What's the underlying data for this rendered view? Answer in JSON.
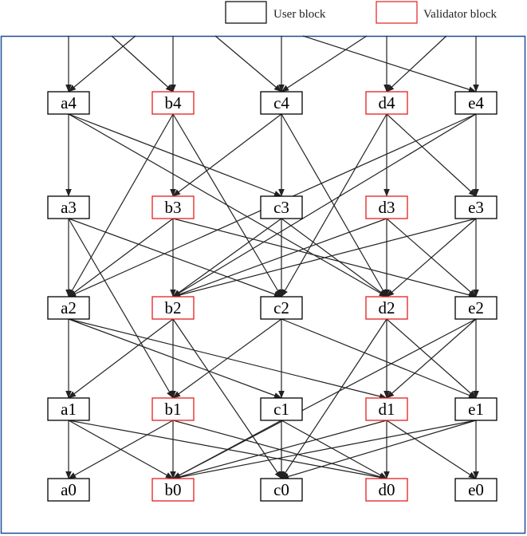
{
  "legend": {
    "user_label": "User block",
    "validator_label": "Validator block"
  },
  "colors": {
    "user_border": "#000000",
    "validator_border": "#e0201e",
    "frame": "#1f4e96",
    "edge": "#222222"
  },
  "nodes": [
    {
      "id": "a0",
      "label": "a0",
      "type": "user"
    },
    {
      "id": "b0",
      "label": "b0",
      "type": "validator"
    },
    {
      "id": "c0",
      "label": "c0",
      "type": "user"
    },
    {
      "id": "d0",
      "label": "d0",
      "type": "validator"
    },
    {
      "id": "e0",
      "label": "e0",
      "type": "user"
    },
    {
      "id": "a1",
      "label": "a1",
      "type": "user"
    },
    {
      "id": "b1",
      "label": "b1",
      "type": "validator"
    },
    {
      "id": "c1",
      "label": "c1",
      "type": "user"
    },
    {
      "id": "d1",
      "label": "d1",
      "type": "validator"
    },
    {
      "id": "e1",
      "label": "e1",
      "type": "user"
    },
    {
      "id": "a2",
      "label": "a2",
      "type": "user"
    },
    {
      "id": "b2",
      "label": "b2",
      "type": "validator"
    },
    {
      "id": "c2",
      "label": "c2",
      "type": "user"
    },
    {
      "id": "d2",
      "label": "d2",
      "type": "validator"
    },
    {
      "id": "e2",
      "label": "e2",
      "type": "user"
    },
    {
      "id": "a3",
      "label": "a3",
      "type": "user"
    },
    {
      "id": "b3",
      "label": "b3",
      "type": "validator"
    },
    {
      "id": "c3",
      "label": "c3",
      "type": "user"
    },
    {
      "id": "d3",
      "label": "d3",
      "type": "validator"
    },
    {
      "id": "e3",
      "label": "e3",
      "type": "user"
    },
    {
      "id": "a4",
      "label": "a4",
      "type": "user"
    },
    {
      "id": "b4",
      "label": "b4",
      "type": "validator"
    },
    {
      "id": "c4",
      "label": "c4",
      "type": "user"
    },
    {
      "id": "d4",
      "label": "d4",
      "type": "validator"
    },
    {
      "id": "e4",
      "label": "e4",
      "type": "user"
    }
  ],
  "edges": [
    [
      "a4",
      "a3"
    ],
    [
      "a4",
      "c3"
    ],
    [
      "a4",
      "d2"
    ],
    [
      "b4",
      "b3"
    ],
    [
      "b4",
      "a2"
    ],
    [
      "b4",
      "c2"
    ],
    [
      "c4",
      "c3"
    ],
    [
      "c4",
      "b3"
    ],
    [
      "c4",
      "d2"
    ],
    [
      "d4",
      "d3"
    ],
    [
      "d4",
      "e3"
    ],
    [
      "d4",
      "c2"
    ],
    [
      "e4",
      "e3"
    ],
    [
      "e4",
      "b2"
    ],
    [
      "e4",
      "a2"
    ],
    [
      "a3",
      "a2"
    ],
    [
      "a3",
      "b1"
    ],
    [
      "a3",
      "c2"
    ],
    [
      "b3",
      "b2"
    ],
    [
      "b3",
      "a2"
    ],
    [
      "b3",
      "e2"
    ],
    [
      "c3",
      "c2"
    ],
    [
      "c3",
      "b2"
    ],
    [
      "c3",
      "d2"
    ],
    [
      "d3",
      "d2"
    ],
    [
      "d3",
      "e2"
    ],
    [
      "d3",
      "b2"
    ],
    [
      "e3",
      "e2"
    ],
    [
      "e3",
      "d2"
    ],
    [
      "e3",
      "b2"
    ],
    [
      "a2",
      "a1"
    ],
    [
      "a2",
      "c1"
    ],
    [
      "a2",
      "d1"
    ],
    [
      "b2",
      "b1"
    ],
    [
      "b2",
      "a1"
    ],
    [
      "b2",
      "c0"
    ],
    [
      "c2",
      "c1"
    ],
    [
      "c2",
      "b1"
    ],
    [
      "c2",
      "e1"
    ],
    [
      "d2",
      "d1"
    ],
    [
      "d2",
      "e1"
    ],
    [
      "d2",
      "c0"
    ],
    [
      "e2",
      "e1"
    ],
    [
      "e2",
      "d1"
    ],
    [
      "e2",
      "b0"
    ],
    [
      "a1",
      "a0"
    ],
    [
      "a1",
      "b0"
    ],
    [
      "a1",
      "d0"
    ],
    [
      "b1",
      "b0"
    ],
    [
      "b1",
      "a0"
    ],
    [
      "b1",
      "d0"
    ],
    [
      "c1",
      "c0"
    ],
    [
      "c1",
      "b0"
    ],
    [
      "c1",
      "d0"
    ],
    [
      "d1",
      "d0"
    ],
    [
      "d1",
      "b0"
    ],
    [
      "d1",
      "e0"
    ],
    [
      "e1",
      "e0"
    ],
    [
      "e1",
      "c0"
    ],
    [
      "e1",
      "b0"
    ]
  ],
  "incoming_from_above": [
    "a4",
    "b4",
    "c4",
    "d4",
    "e4"
  ]
}
